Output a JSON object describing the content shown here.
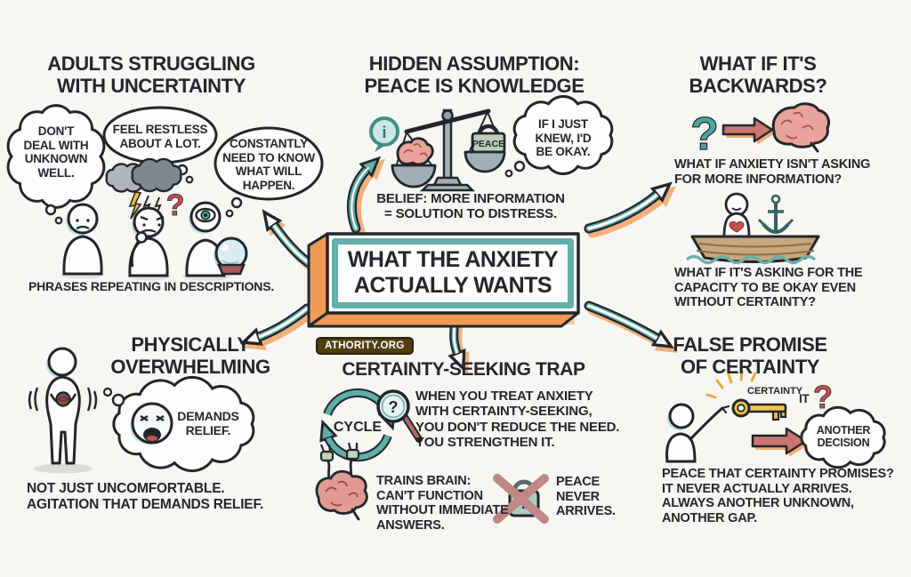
{
  "meta": {
    "title": "What the Anxiety Actually Wants infographic"
  },
  "colors": {
    "background": "#F7F6F3",
    "ink": "#22262B",
    "accent_teal": "#5FAFA8",
    "accent_orange": "#EC9B55",
    "shadow_orange": "#F0B07C",
    "red": "#C4524E",
    "rose": "#C9766F",
    "gold": "#F2C14E",
    "brain_pink": "#E8A49D",
    "lock_green": "#BCCDB8",
    "badge_bg": "#4F3F10"
  },
  "sections": {
    "top_left": {
      "title": "ADULTS STRUGGLING\nWITH UNCERTAINTY",
      "bubble_1": "DON'T\nDEAL WITH\nUNKNOWN\nWELL.",
      "bubble_2": "FEEL RESTLESS\nABOUT A LOT.",
      "bubble_3": "CONSTANTLY\nNEED TO KNOW\nWHAT WILL\nHAPPEN.",
      "question_glyph": "?",
      "caption": "PHRASES REPEATING IN DESCRIPTIONS."
    },
    "top_middle": {
      "title": "HIDDEN ASSUMPTION:\nPEACE IS KNOWLEDGE",
      "info_glyph": "i",
      "lock_label": "PEACE",
      "thought_bubble": "IF I JUST\nKNEW, I'D\nBE OKAY.",
      "caption": "BELIEF: MORE INFORMATION\n= SOLUTION TO DISTRESS."
    },
    "top_right": {
      "title": "WHAT IF IT'S\nBACKWARDS?",
      "question_glyph": "?",
      "question_1": "WHAT IF ANXIETY ISN'T ASKING\nFOR MORE INFORMATION?",
      "question_2": "WHAT IF IT'S ASKING FOR THE\nCAPACITY TO BE OKAY EVEN\nWITHOUT CERTAINTY?"
    },
    "center": {
      "title": "WHAT THE ANXIETY\nACTUALLY WANTS",
      "badge": "ATHORITY.ORG"
    },
    "bottom_left": {
      "title": "PHYSICALLY\nOVERWHELMING",
      "bubble": "DEMANDS\nRELIEF.",
      "caption": "NOT JUST UNCOMFORTABLE.\nAGITATION THAT DEMANDS RELIEF."
    },
    "bottom_middle": {
      "title": "CERTAINTY-SEEKING TRAP",
      "cycle_label": "CYCLE",
      "magnifier_glyph": "?",
      "point_1": "WHEN YOU TREAT ANXIETY\nWITH CERTAINTY-SEEKING,\nYOU DON'T REDUCE THE NEED.\nYOU STRENGTHEN IT.",
      "point_2": "TRAINS BRAIN:\nCAN'T FUNCTION\nWITHOUT IMMEDIATE\nANSWERS.",
      "point_3": "PEACE\nNEVER\nARRIVES."
    },
    "bottom_right": {
      "title": "FALSE PROMISE\nOF CERTAINTY",
      "key_label": "CERTAINTY",
      "it_label": "IT",
      "question_glyph": "?",
      "bubble": "ANOTHER\nDECISION",
      "caption": "PEACE THAT CERTAINTY PROMISES?\nIT NEVER ACTUALLY ARRIVES.\nALWAYS ANOTHER UNKNOWN,\nANOTHER GAP."
    }
  }
}
